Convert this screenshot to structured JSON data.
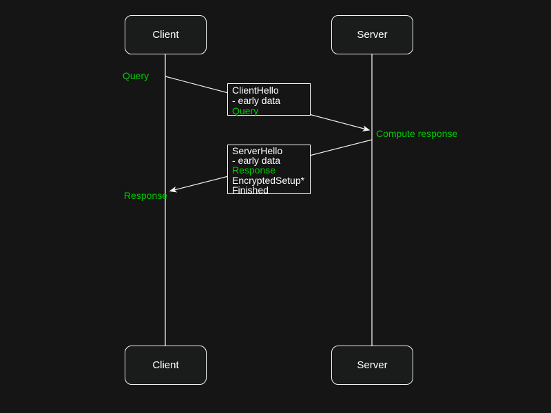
{
  "colors": {
    "background": "#151515",
    "line": "#f2f2f2",
    "accent_green": "#00cc00",
    "text": "#ffffff"
  },
  "actors": {
    "client_top": "Client",
    "server_top": "Server",
    "client_bottom": "Client",
    "server_bottom": "Server"
  },
  "labels": {
    "query": "Query",
    "compute_response": "Compute response",
    "response": "Response"
  },
  "client_hello_box": {
    "line1": "ClientHello",
    "line2": "- early data",
    "line3": "Query"
  },
  "server_hello_box": {
    "line1": "ServerHello",
    "line2": "- early data",
    "line3": "Response",
    "line4": "EncryptedSetup*",
    "line5": "Finished"
  }
}
